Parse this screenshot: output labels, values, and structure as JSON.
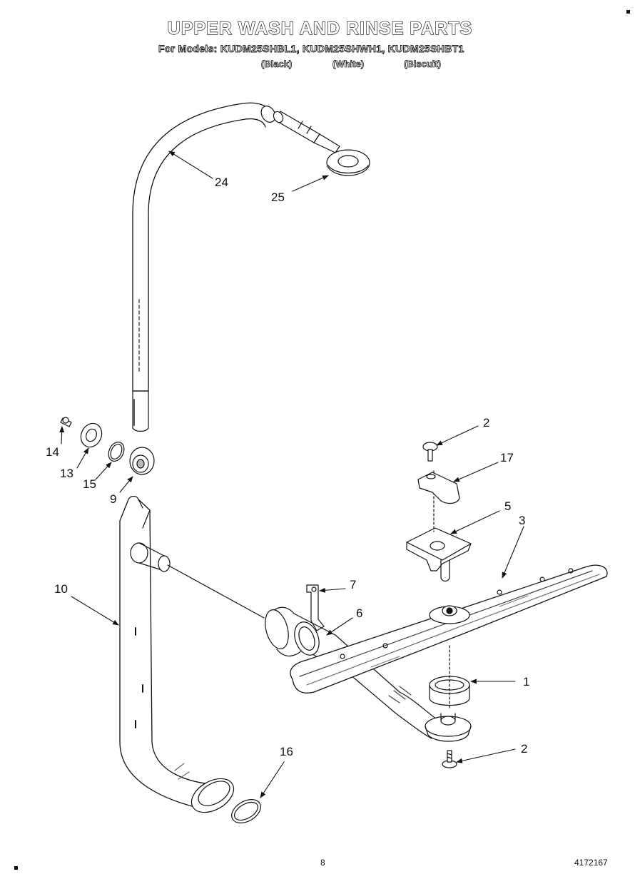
{
  "header": {
    "title": "UPPER WASH AND RINSE PARTS",
    "models_line": "For Models: KUDM25SHBL1, KUDM25SHWH1, KUDM25SHBT1",
    "variants": [
      "(Black)",
      "(White)",
      "(Biscuit)"
    ]
  },
  "callouts": {
    "c24": "24",
    "c25": "25",
    "c14": "14",
    "c13": "13",
    "c15": "15",
    "c9": "9",
    "c10": "10",
    "c2_top": "2",
    "c17": "17",
    "c5": "5",
    "c3": "3",
    "c7": "7",
    "c6": "6",
    "c1": "1",
    "c2_bottom": "2",
    "c16": "16"
  },
  "footer": {
    "page_number": "8",
    "document_number": "4172167"
  }
}
